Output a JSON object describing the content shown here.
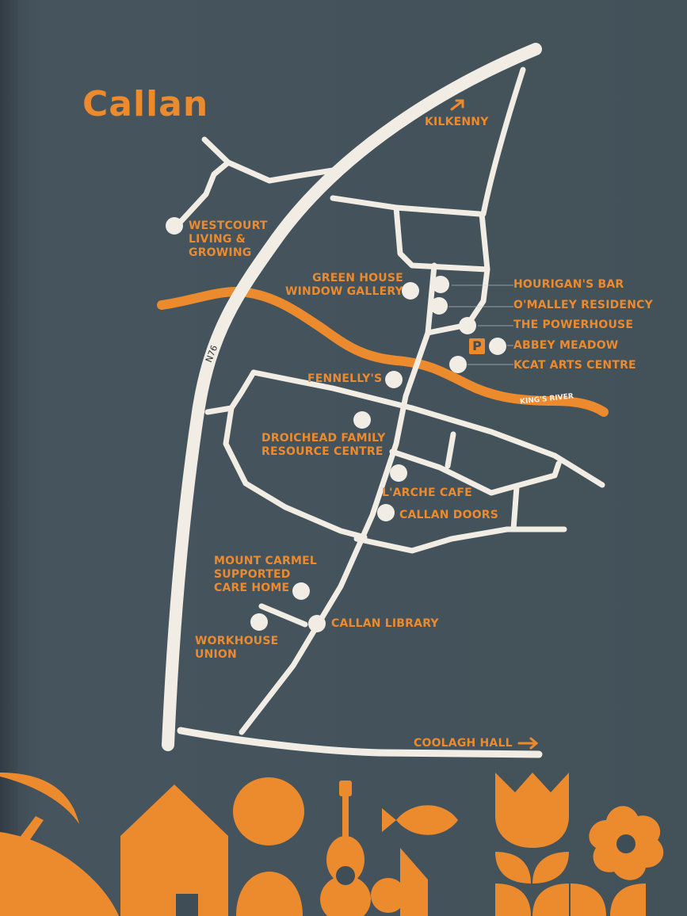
{
  "map": {
    "title": "Callan",
    "road_label": "N76",
    "river_label": "KING'S RIVER",
    "colors": {
      "background": "#3f4d57",
      "accent": "#ec8a2e",
      "road": "#f1ede4"
    },
    "directions": [
      {
        "label": "KILKENNY",
        "icon": "arrow-up-right-icon"
      },
      {
        "label": "COOLAGH HALL",
        "icon": "arrow-right-icon"
      }
    ],
    "parking": {
      "label": "P",
      "icon": "parking-icon"
    },
    "locations": [
      {
        "name": "WESTCOURT\nLIVING &\nGROWING"
      },
      {
        "name": "GREEN HOUSE\nWINDOW GALLERY"
      },
      {
        "name": "HOURIGAN'S BAR"
      },
      {
        "name": "O'MALLEY RESIDENCY"
      },
      {
        "name": "THE POWERHOUSE"
      },
      {
        "name": "ABBEY MEADOW"
      },
      {
        "name": "KCAT ARTS CENTRE"
      },
      {
        "name": "FENNELLY'S"
      },
      {
        "name": "DROICHEAD FAMILY\nRESOURCE CENTRE"
      },
      {
        "name": "L'ARCHE CAFE"
      },
      {
        "name": "CALLAN DOORS"
      },
      {
        "name": "MOUNT CARMEL\nSUPPORTED\nCARE HOME"
      },
      {
        "name": "CALLAN LIBRARY"
      },
      {
        "name": "WORKHOUSE\nUNION"
      }
    ]
  },
  "decoration": {
    "icons": [
      "bird-icon",
      "house-icon",
      "sun-circle-icon",
      "guitar-icon",
      "fish-icon",
      "tulip-icon",
      "flower-icon"
    ]
  }
}
